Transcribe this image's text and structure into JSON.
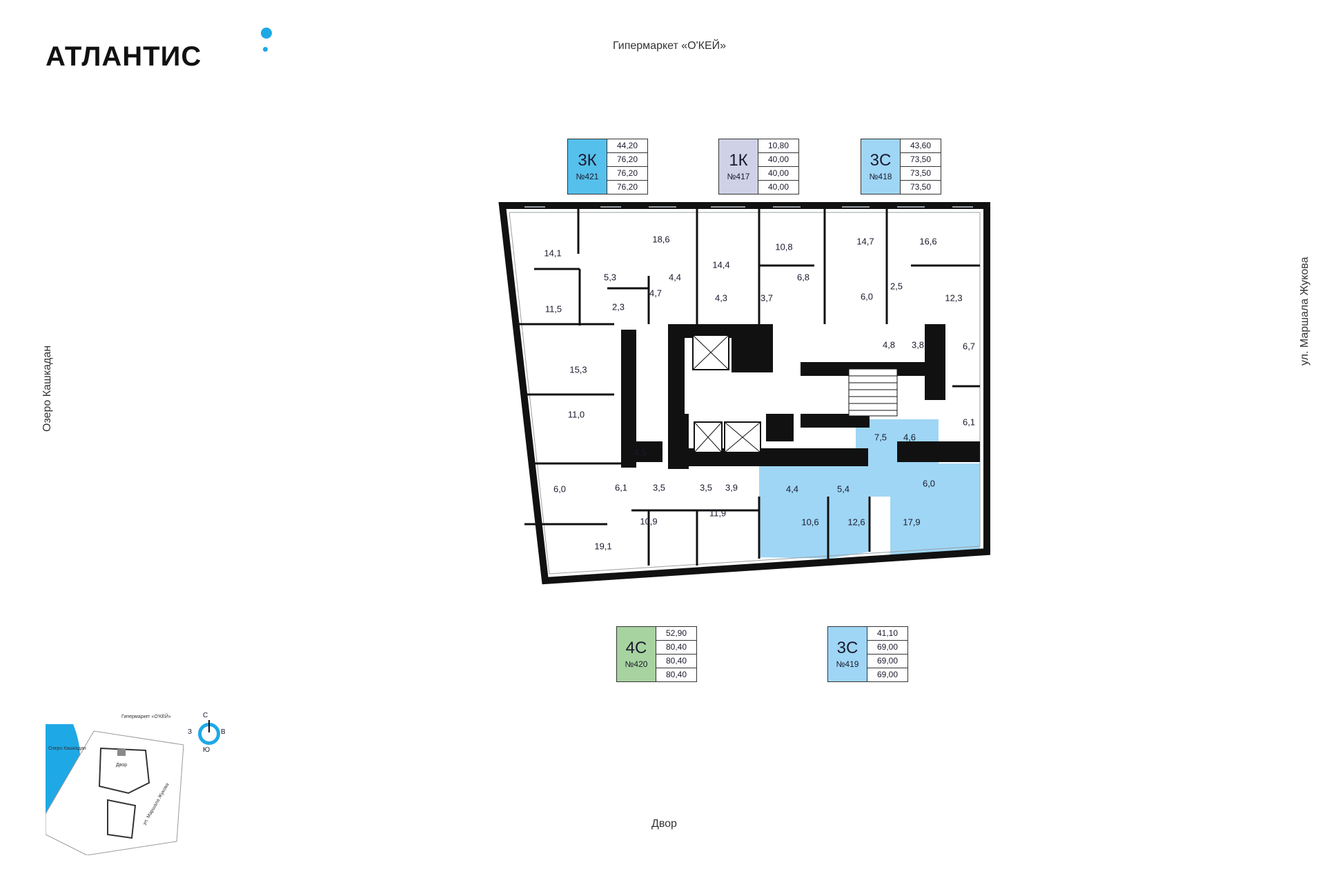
{
  "brand": {
    "name": "АТЛАНТИС"
  },
  "streets": {
    "top": "Гипермаркет «О'КЕЙ»",
    "bottom": "Двор",
    "left": "Озеро Кашкадан",
    "right": "ул. Маршала Жукова"
  },
  "colors": {
    "accent": "#1fa8e6",
    "apt_421": "#55c0ec",
    "apt_417": "#cfd1e6",
    "apt_418": "#9fd6f5",
    "apt_420": "#a7d3a0",
    "apt_419": "#9fd6f5",
    "walls": "#111111"
  },
  "apartments": [
    {
      "code": "3К",
      "number": "№421",
      "areas": [
        "44,20",
        "76,20",
        "76,20",
        "76,20"
      ]
    },
    {
      "code": "1К",
      "number": "№417",
      "areas": [
        "10,80",
        "40,00",
        "40,00",
        "40,00"
      ]
    },
    {
      "code": "3С",
      "number": "№418",
      "areas": [
        "43,60",
        "73,50",
        "73,50",
        "73,50"
      ]
    },
    {
      "code": "4С",
      "number": "№420",
      "areas": [
        "52,90",
        "80,40",
        "80,40",
        "80,40"
      ]
    },
    {
      "code": "3С",
      "number": "№419",
      "areas": [
        "41,10",
        "69,00",
        "69,00",
        "69,00"
      ]
    }
  ],
  "rooms": [
    "14,1",
    "18,6",
    "5,3",
    "4,4",
    "4,7",
    "2,3",
    "11,5",
    "15,3",
    "11,0",
    "4,5",
    "6,0",
    "6,1",
    "19,1",
    "3,5",
    "10,9",
    "3,5",
    "3,9",
    "11,9",
    "14,4",
    "10,8",
    "6,8",
    "4,3",
    "3,7",
    "14,7",
    "16,6",
    "6,0",
    "2,5",
    "12,3",
    "4,8",
    "3,8",
    "6,7",
    "6,1",
    "7,5",
    "4,6",
    "4,4",
    "5,4",
    "6,0",
    "10,6",
    "12,6",
    "17,9"
  ],
  "compass": {
    "n": "С",
    "s": "Ю",
    "w": "З",
    "e": "В"
  },
  "minimap": {
    "lake": "Озеро Кашкадан",
    "top": "Гипермаркет «О'КЕЙ»",
    "yard": "Двор",
    "street": "ул. Маршала Жукова"
  }
}
